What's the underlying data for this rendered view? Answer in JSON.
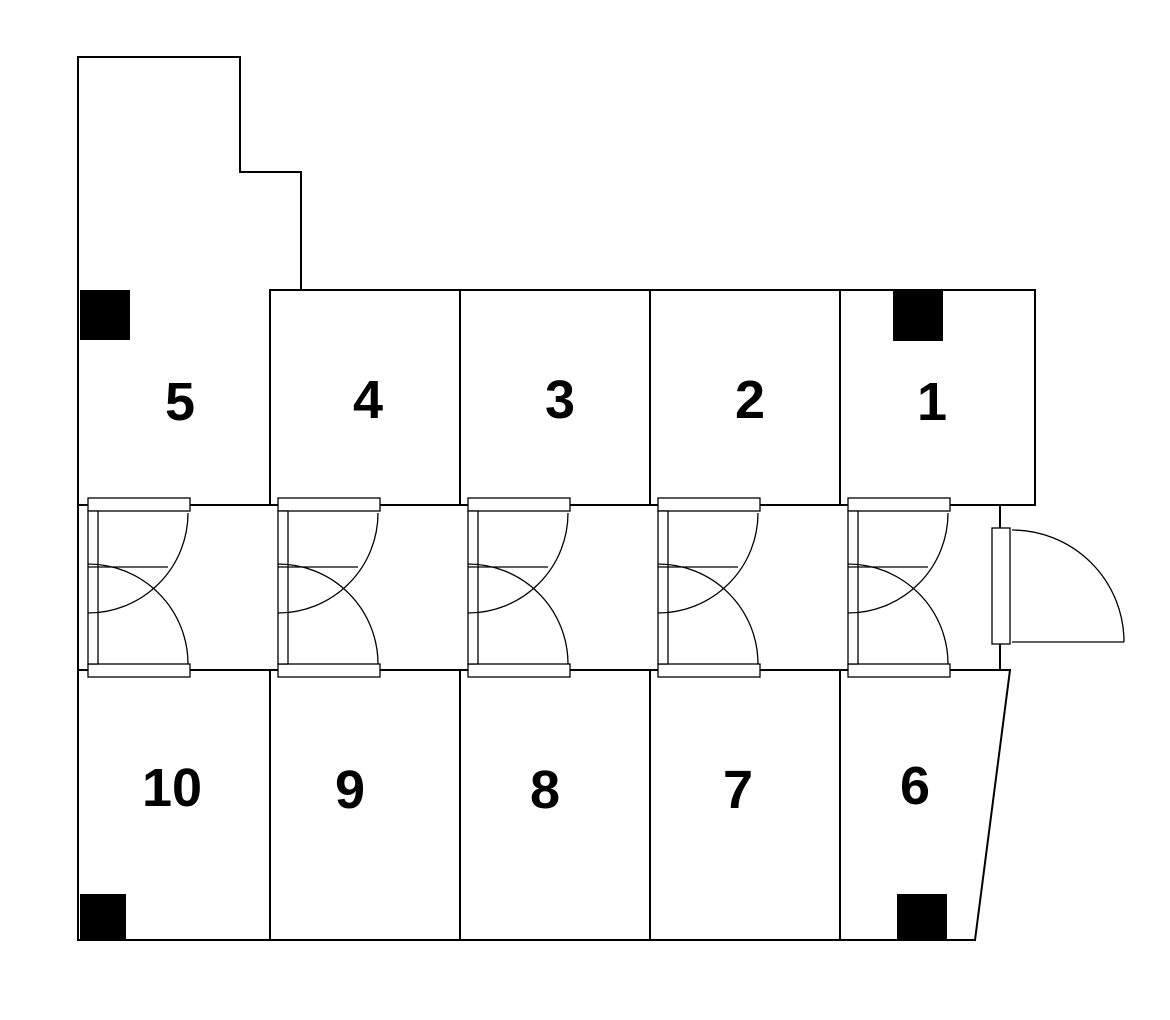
{
  "diagram": {
    "kind": "apartment-floor-plan",
    "background_color": "#ffffff",
    "wall_color": "#000000",
    "column_color": "#000000"
  },
  "rooms": [
    {
      "id": "room-1",
      "label": "1"
    },
    {
      "id": "room-2",
      "label": "2"
    },
    {
      "id": "room-3",
      "label": "3"
    },
    {
      "id": "room-4",
      "label": "4"
    },
    {
      "id": "room-5",
      "label": "5"
    },
    {
      "id": "room-6",
      "label": "6"
    },
    {
      "id": "room-7",
      "label": "7"
    },
    {
      "id": "room-8",
      "label": "8"
    },
    {
      "id": "room-9",
      "label": "9"
    },
    {
      "id": "room-10",
      "label": "10"
    }
  ]
}
